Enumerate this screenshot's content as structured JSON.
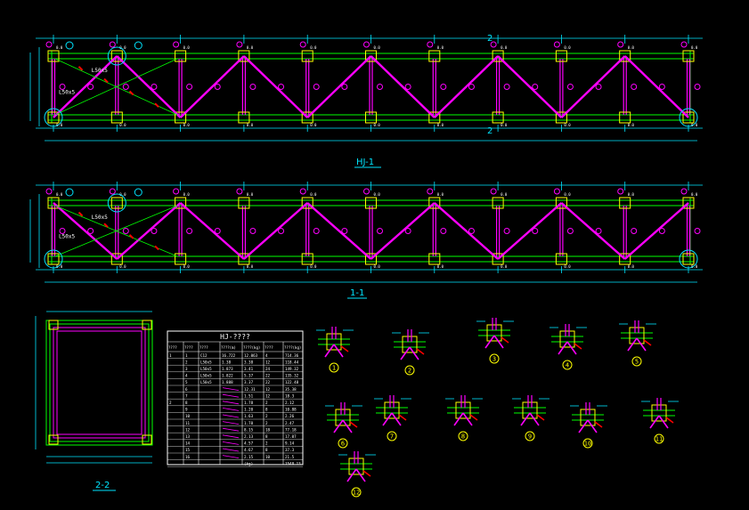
{
  "drawing": {
    "truss_upper_title": "HJ-1",
    "truss_lower_title": "1-1",
    "section_title": "2-2",
    "section_mark": "2",
    "table_title": "HJ-????",
    "table_col_headers": [
      "????",
      "????",
      "????",
      "????(m)",
      "????(kg)",
      "????",
      "????(kg)"
    ],
    "table_rows": [
      [
        "1",
        "1",
        "C12",
        "16.722",
        "12.063",
        "4",
        "714.36"
      ],
      [
        "",
        "2",
        "L50x5",
        "1.38",
        "3.38",
        "12",
        "118.44"
      ],
      [
        "",
        "3",
        "L50x5",
        "1.873",
        "3.41",
        "24",
        "149.32"
      ],
      [
        "",
        "4",
        "L50x5",
        "1.822",
        "5.37",
        "22",
        "135.32"
      ],
      [
        "",
        "5",
        "L50x5",
        "1.888",
        "3.37",
        "22",
        "122.48"
      ],
      [
        "",
        "6",
        "",
        "",
        "12.31",
        "12",
        "35.38"
      ],
      [
        "",
        "7",
        "",
        "",
        "1.51",
        "12",
        "18.3"
      ],
      [
        "2",
        "8",
        "",
        "",
        "1.78",
        "2",
        "2.12"
      ],
      [
        "",
        "9",
        "",
        "",
        "1.20",
        "8",
        "10.88"
      ],
      [
        "",
        "10",
        "",
        "",
        "1.63",
        "2",
        "2.26"
      ],
      [
        "",
        "11",
        "",
        "",
        "1.78",
        "2",
        "2.47"
      ],
      [
        "",
        "12",
        "",
        "",
        "8.15",
        "18",
        "77.18"
      ],
      [
        "",
        "13",
        "",
        "",
        "2.13",
        "8",
        "17.07"
      ],
      [
        "",
        "14",
        "",
        "",
        "4.57",
        "2",
        "9.14"
      ],
      [
        "",
        "15",
        "",
        "",
        "4.67",
        "8",
        "37.3"
      ],
      [
        "",
        "16",
        "",
        "",
        "2.15",
        "10",
        "21.5"
      ],
      [
        "",
        "",
        "",
        "",
        "(kg)",
        "",
        "1548.13"
      ]
    ],
    "detail_labels": [
      "1",
      "2",
      "3",
      "4",
      "5",
      "6",
      "7",
      "8",
      "9",
      "10",
      "11",
      "12"
    ],
    "upper_member_labels": [
      "L50x5",
      "L50x5"
    ],
    "lower_member_labels": [
      "L50x5",
      "L50x5"
    ],
    "colors": {
      "chord": "#00ff00",
      "member": "#ff00ff",
      "dimension": "#00e5ff",
      "plate": "#ffff00",
      "detail": "#ff0000",
      "text": "#ffffff"
    }
  }
}
